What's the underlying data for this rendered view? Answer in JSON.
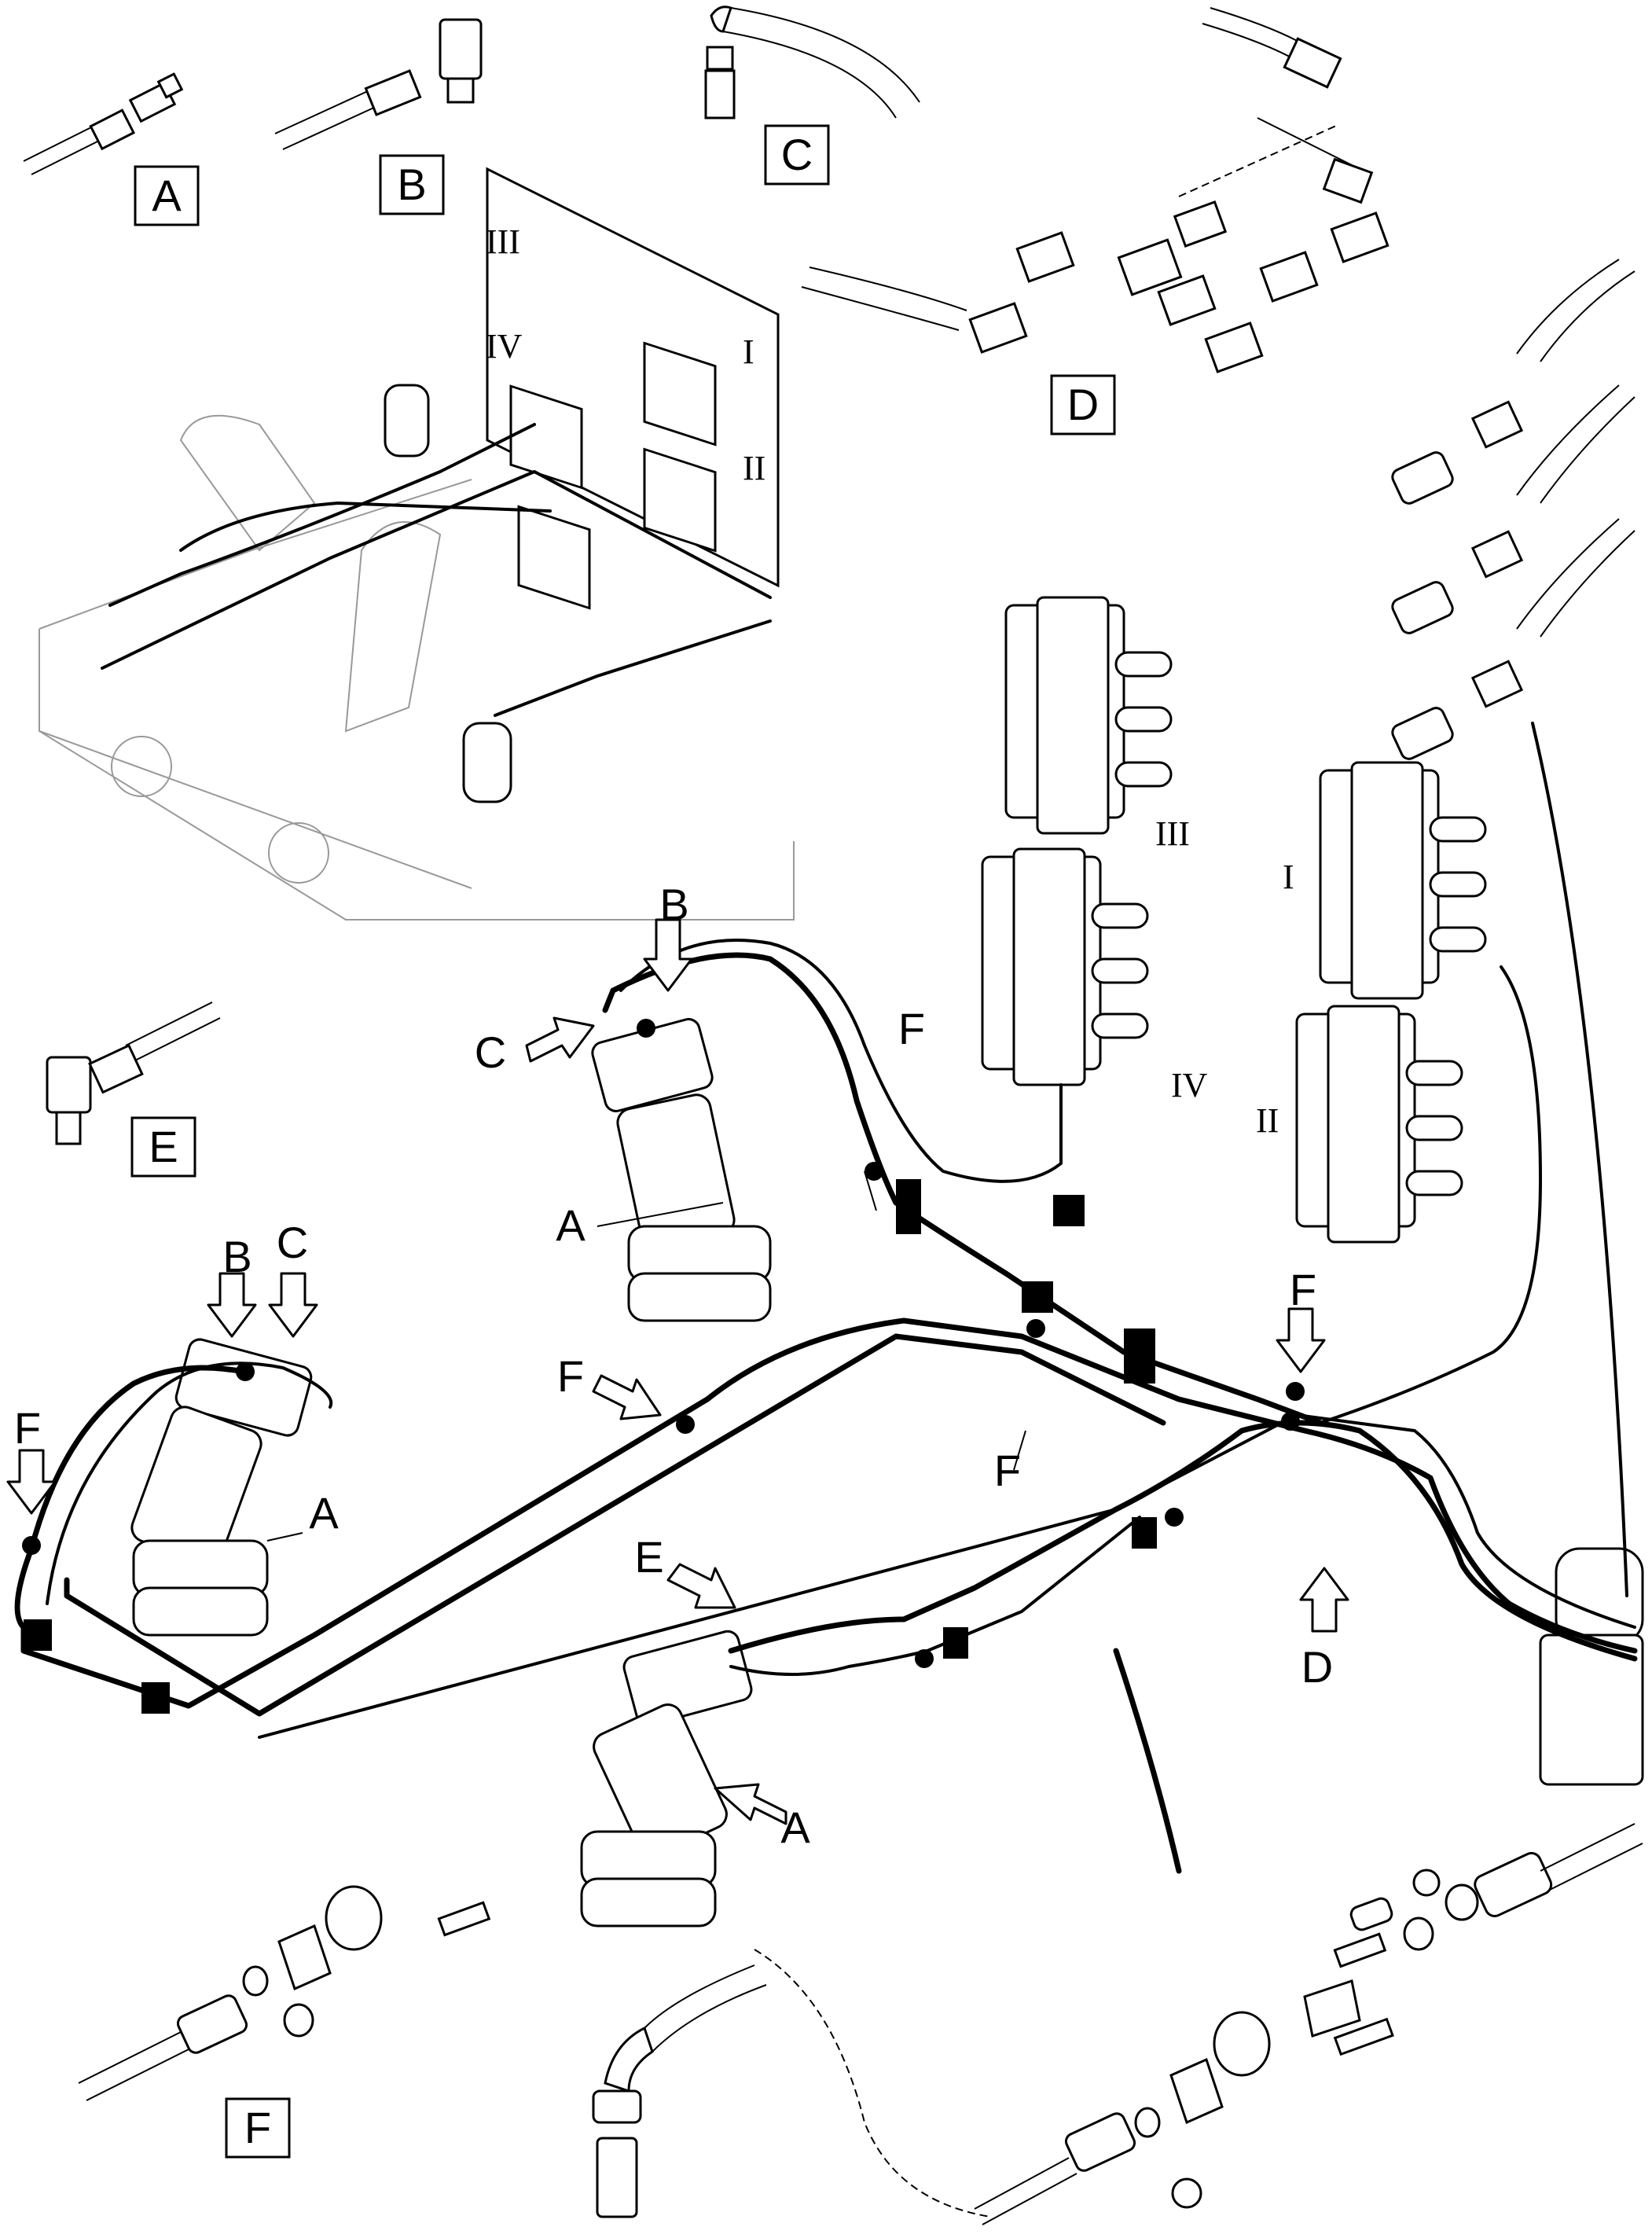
{
  "legend_boxes": [
    {
      "id": "A",
      "text": "A"
    },
    {
      "id": "B",
      "text": "B"
    },
    {
      "id": "C",
      "text": "C"
    },
    {
      "id": "D",
      "text": "D"
    },
    {
      "id": "E",
      "text": "E"
    },
    {
      "id": "F",
      "text": "F"
    }
  ],
  "callouts": {
    "upper_B": "B",
    "upper_C": "C",
    "upper_F": "F",
    "upper_A": "A",
    "left_B": "B",
    "left_C": "C",
    "left_F": "F",
    "left_A": "A",
    "mid_F": "F",
    "center_F": "F",
    "right_F": "F",
    "lower_E": "E",
    "lower_A": "A",
    "right_D": "D"
  },
  "valve_labels": {
    "top_III": "III",
    "top_IV": "IV",
    "top_I": "I",
    "top_II": "II",
    "main_III": "III",
    "main_IV": "IV",
    "main_I": "I",
    "main_II": "II"
  }
}
